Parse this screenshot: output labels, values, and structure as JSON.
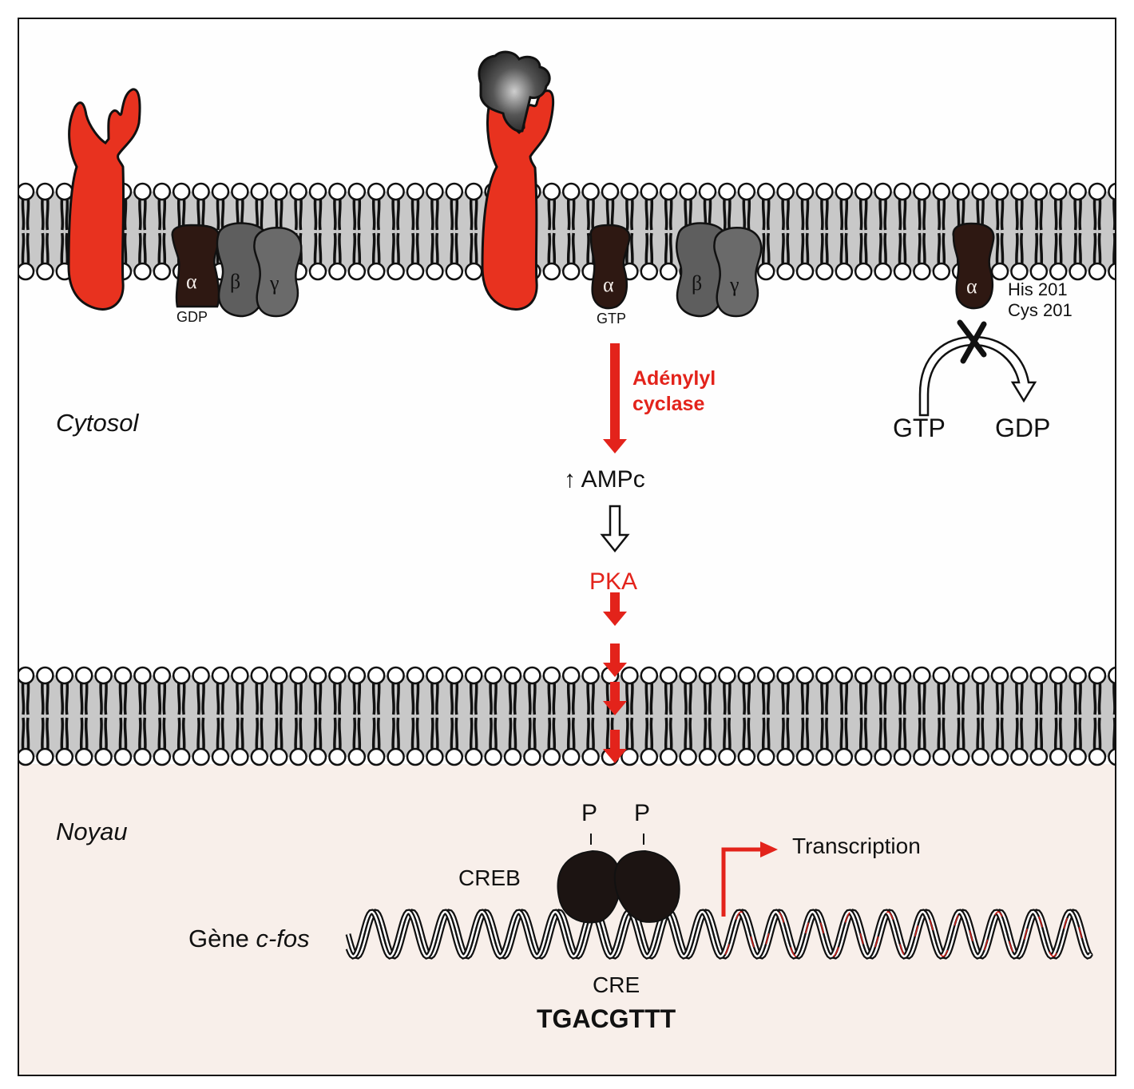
{
  "regions": {
    "cytosol": "Cytosol",
    "nucleus": "Noyau"
  },
  "g_protein": {
    "alpha": "α",
    "beta": "β",
    "gamma": "γ",
    "inactive_state": "GDP",
    "active_state": "GTP"
  },
  "mutation": {
    "line1": "His 201",
    "line2": "Cys 201",
    "substrate": "GTP",
    "product": "GDP"
  },
  "cascade": {
    "enzyme_line1": "Adénylyl",
    "enzyme_line2": "cyclase",
    "second_messenger": "↑ AMPc",
    "kinase": "PKA"
  },
  "nucleus_content": {
    "phospho1": "P",
    "phospho2": "P",
    "factor": "CREB",
    "gene_prefix": "Gène ",
    "gene_name": "c-fos",
    "element": "CRE",
    "sequence": "TGACGTTT",
    "output": "Transcription"
  },
  "colors": {
    "receptor": "#e8321f",
    "arrow_red": "#e3231b",
    "alpha_subunit": "#2e1812",
    "beta_gamma": "#5e5e5e",
    "membrane_core": "#c8c8c8",
    "nucleus_bg": "#f8efea"
  }
}
